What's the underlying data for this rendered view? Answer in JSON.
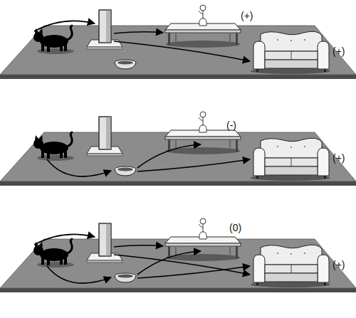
{
  "diagram": {
    "labels": [
      "(+)",
      "(+)",
      "(-)",
      "(+)",
      "(0)",
      "(+)"
    ]
  }
}
